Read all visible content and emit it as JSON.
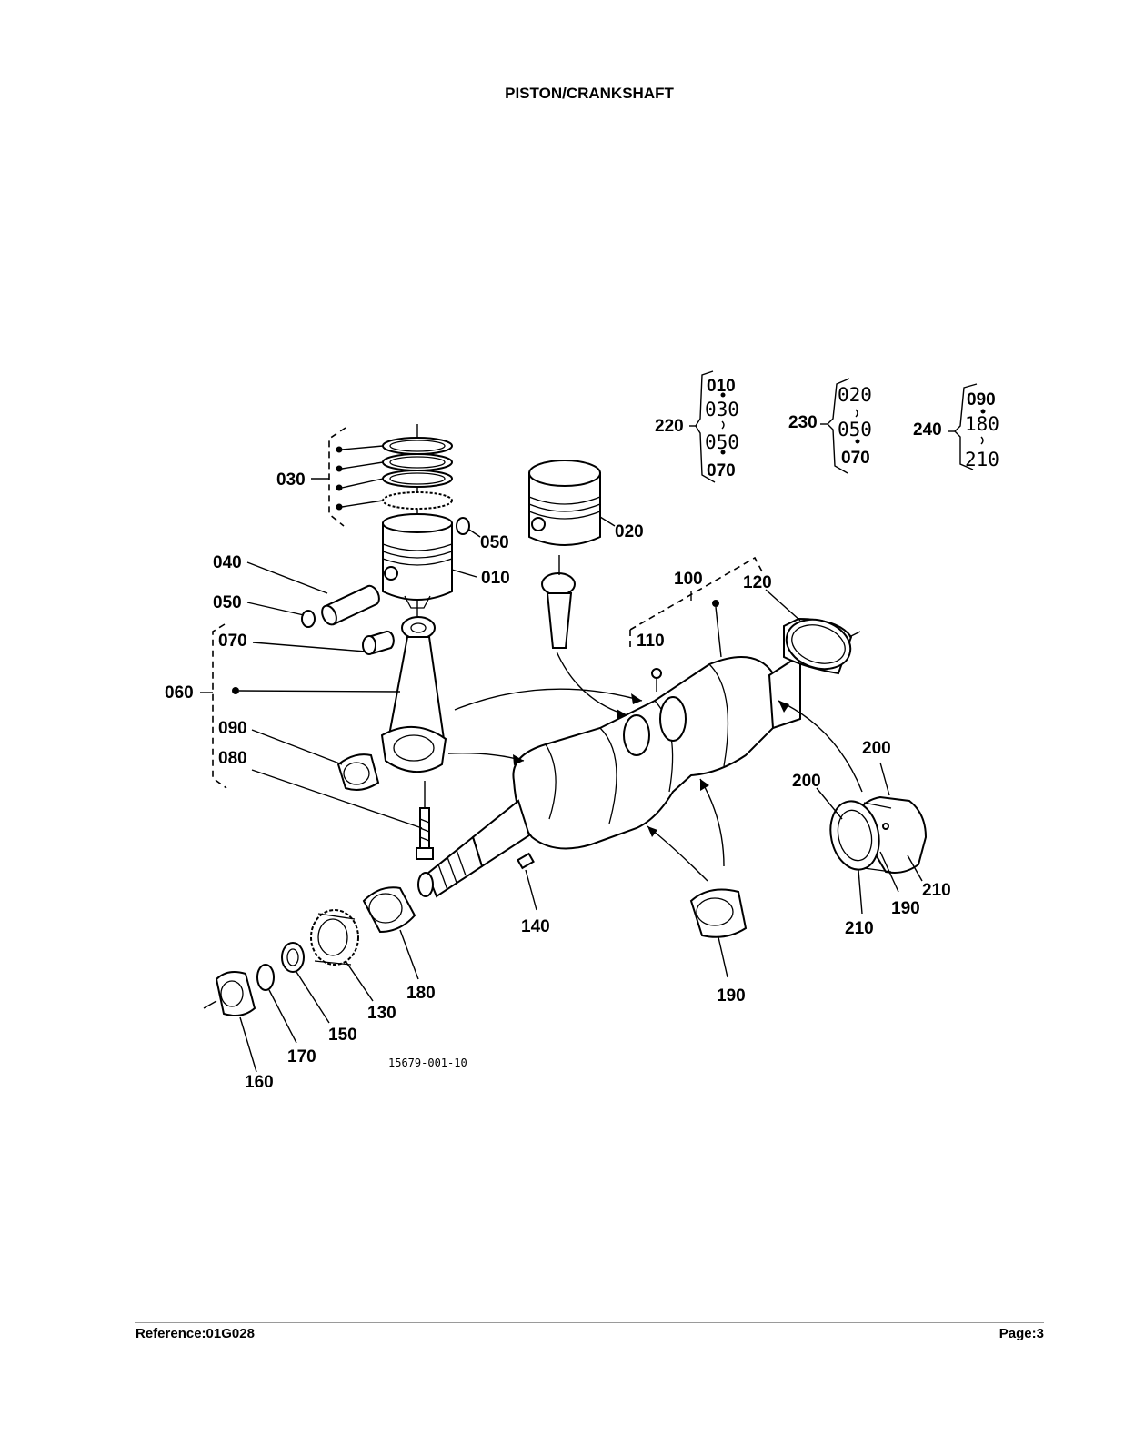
{
  "header": {
    "title": "PISTON/CRANKSHAFT"
  },
  "footer": {
    "reference": "Reference:01G028",
    "page": "Page:3"
  },
  "diagram": {
    "drawing_number": "15679-001-10",
    "callouts": {
      "c010": "010",
      "c020": "020",
      "c030": "030",
      "c040": "040",
      "c050a": "050",
      "c050b": "050",
      "c060": "060",
      "c070": "070",
      "c080": "080",
      "c090": "090",
      "c100": "100",
      "c110": "110",
      "c120": "120",
      "c130": "130",
      "c140": "140",
      "c150": "150",
      "c160": "160",
      "c170": "170",
      "c180": "180",
      "c190a": "190",
      "c190b": "190",
      "c200a": "200",
      "c200b": "200",
      "c210a": "210",
      "c210b": "210"
    },
    "kits": {
      "k220": {
        "label": "220",
        "items": [
          "010",
          "030",
          "050",
          "070"
        ]
      },
      "k230": {
        "label": "230",
        "items": [
          "020",
          "050",
          "070"
        ]
      },
      "k240": {
        "label": "240",
        "items": [
          "090",
          "180",
          "210"
        ]
      }
    }
  }
}
